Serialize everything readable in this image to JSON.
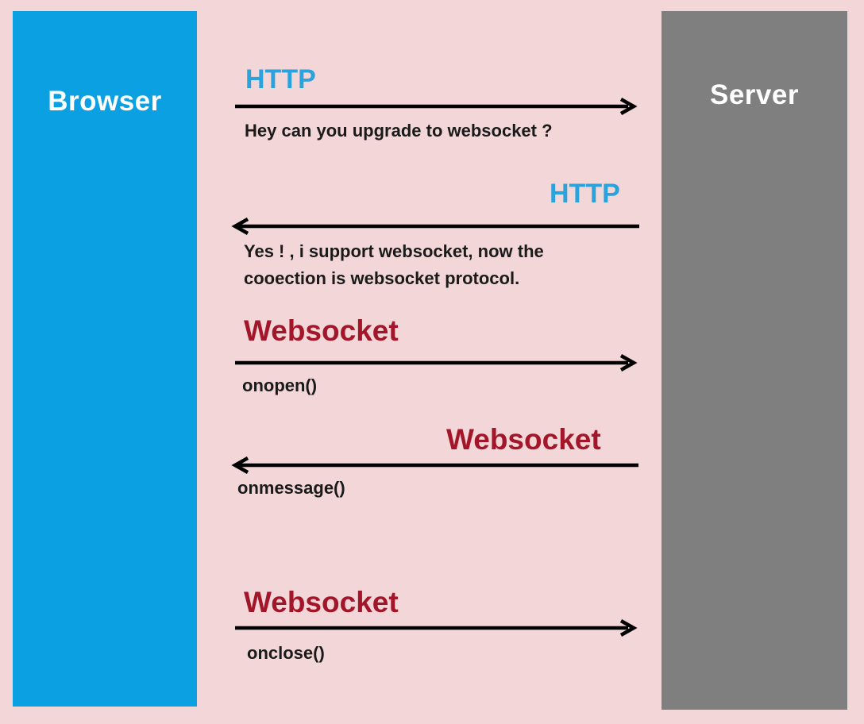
{
  "diagram": {
    "browser_label": "Browser",
    "server_label": "Server",
    "messages": [
      {
        "protocol": "HTTP",
        "direction": "browser-to-server",
        "note": "Hey can you upgrade to websocket ?"
      },
      {
        "protocol": "HTTP",
        "direction": "server-to-browser",
        "note_line1": "Yes ! , i support websocket, now the",
        "note_line2": "cooection is websocket protocol."
      },
      {
        "protocol": "Websocket",
        "direction": "browser-to-server",
        "note": "onopen()"
      },
      {
        "protocol": "Websocket",
        "direction": "server-to-browser",
        "note": "onmessage()"
      },
      {
        "protocol": "Websocket",
        "direction": "browser-to-server",
        "note": "onclose()"
      }
    ]
  },
  "colors": {
    "background": "#f3d6d8",
    "browser_column": "#0aa0e2",
    "server_column": "#7f7f7f",
    "http_label": "#2aa2dc",
    "websocket_label": "#a3162a",
    "arrow": "#000000"
  }
}
